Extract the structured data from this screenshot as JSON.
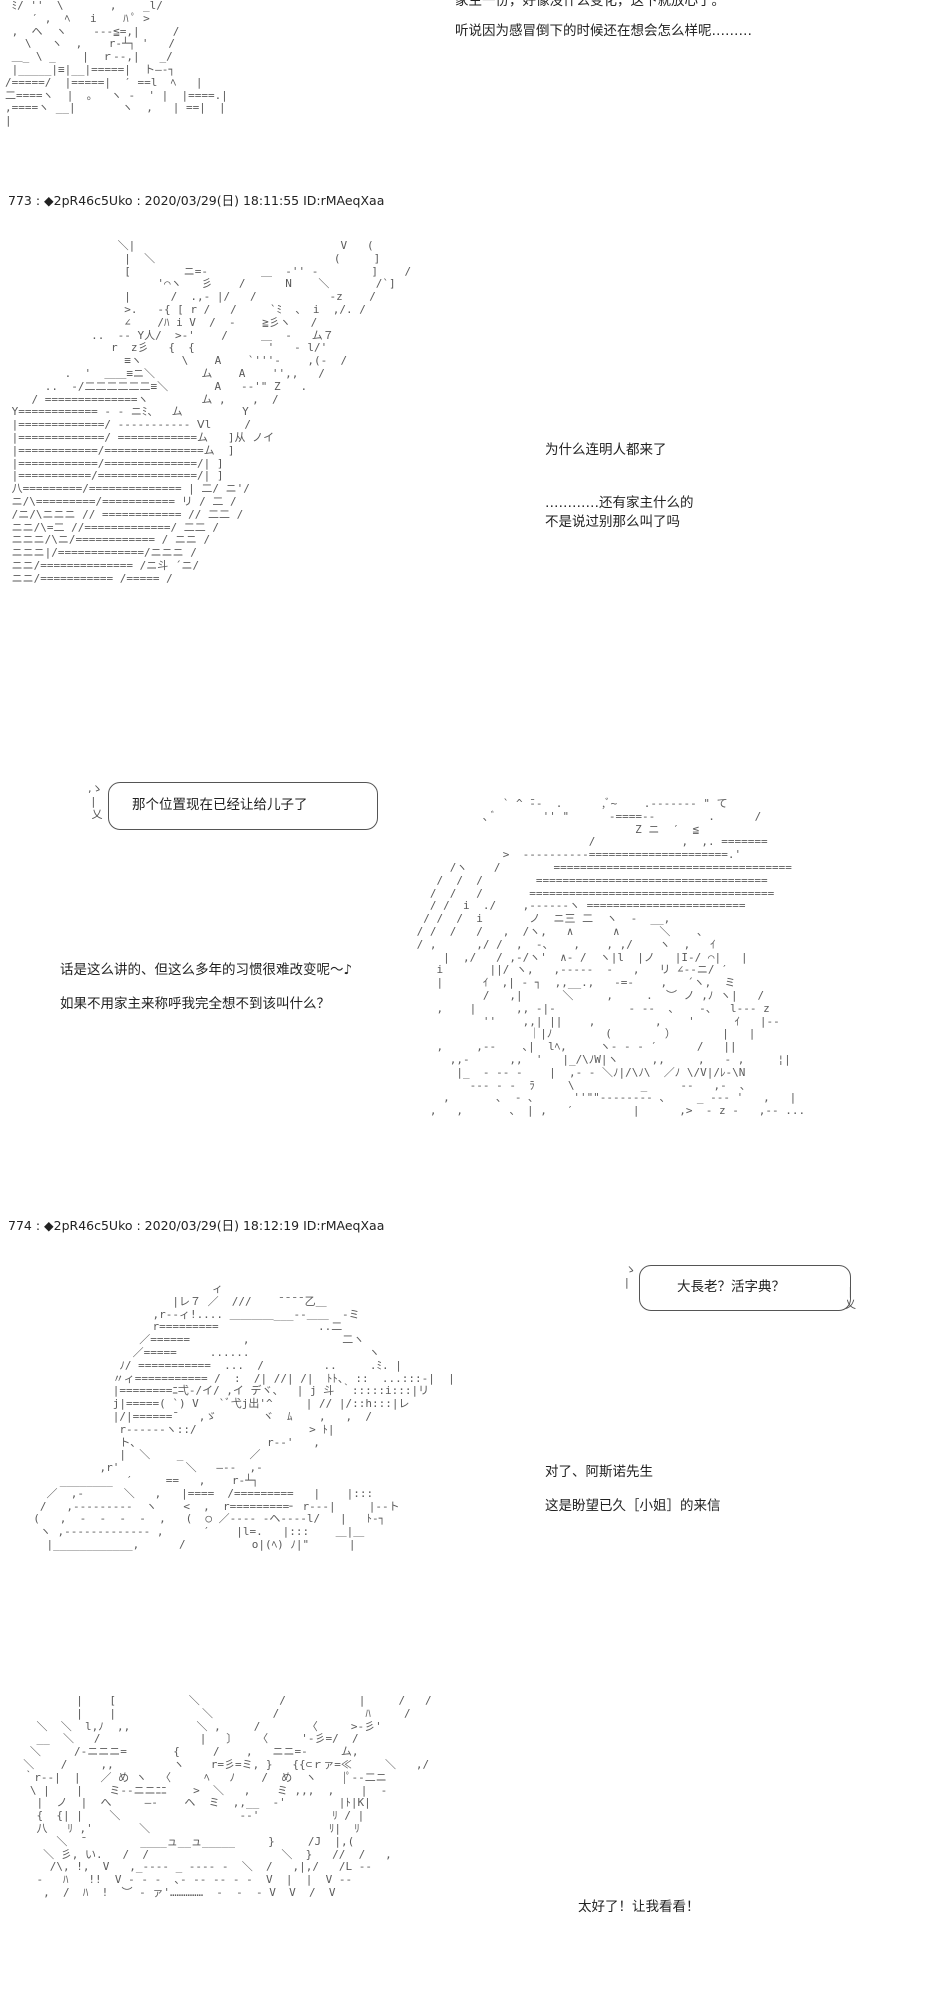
{
  "posts": [
    {
      "lines": [
        "家主一份，好像没什么变化，这下就放心了。",
        "听说因为感冒倒下的时候还在想会怎么样呢………"
      ]
    },
    {
      "header": "773 : ◆2pR46c5Uko : 2020/03/29(日) 18:11:55 ID:rMAeqXaa",
      "dialog_a": "为什么连明人都来了",
      "dialog_b": [
        "…………还有家主什么的",
        "不是说过别那么叫了吗"
      ],
      "bubble": "那个位置现在已经让给儿子了",
      "dialog_c": [
        "话是这么讲的、但这么多年的习惯很难改变呢～♪",
        "如果不用家主来称呼我完全想不到该叫什么？"
      ]
    },
    {
      "header": "774 : ◆2pR46c5Uko : 2020/03/29(日) 18:12:19 ID:rMAeqXaa",
      "bubble": "大長老？活字典？",
      "dialog_a": [
        "对了、阿斯诺先生",
        "这是盼望已久［小姐］的来信"
      ],
      "dialog_b": "太好了！让我看看！"
    }
  ]
}
